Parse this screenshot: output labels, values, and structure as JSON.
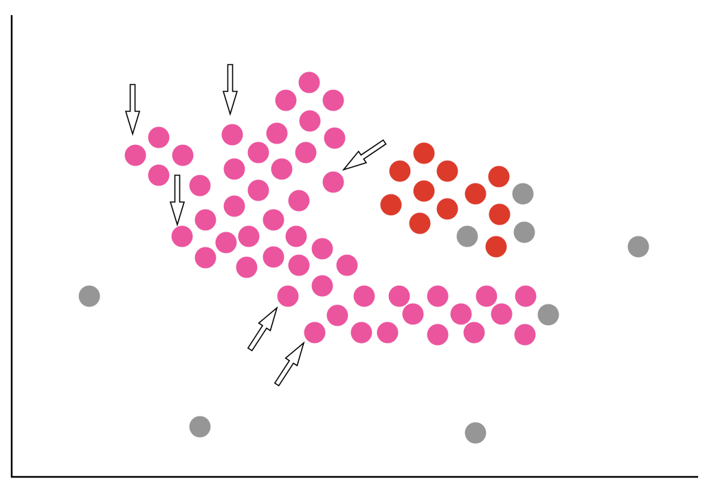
{
  "chart_data": {
    "type": "scatter",
    "title": "",
    "xlabel": "",
    "ylabel": "",
    "grid": false,
    "axis_ticks": false,
    "colors": {
      "pink": "#eb559e",
      "red": "#dc3b2c",
      "gray": "#969696",
      "axis": "#000000",
      "arrow_fill": "#ffffff",
      "arrow_stroke": "#000000"
    },
    "series": [
      {
        "color_key": "pink",
        "points": [
          [
            450,
            120
          ],
          [
            416,
            146
          ],
          [
            485,
            146
          ],
          [
            451,
            176
          ],
          [
            231,
            200
          ],
          [
            338,
            196
          ],
          [
            403,
            194
          ],
          [
            487,
            201
          ],
          [
            197,
            226
          ],
          [
            266,
            226
          ],
          [
            376,
            222
          ],
          [
            445,
            222
          ],
          [
            231,
            255
          ],
          [
            341,
            246
          ],
          [
            410,
            246
          ],
          [
            485,
            265
          ],
          [
            291,
            270
          ],
          [
            376,
            277
          ],
          [
            341,
            300
          ],
          [
            435,
            292
          ],
          [
            299,
            320
          ],
          [
            398,
            320
          ],
          [
            265,
            344
          ],
          [
            329,
            353
          ],
          [
            362,
            344
          ],
          [
            431,
            344
          ],
          [
            469,
            362
          ],
          [
            299,
            375
          ],
          [
            359,
            389
          ],
          [
            398,
            374
          ],
          [
            435,
            386
          ],
          [
            505,
            386
          ],
          [
            469,
            416
          ],
          [
            419,
            431
          ],
          [
            530,
            431
          ],
          [
            581,
            431
          ],
          [
            637,
            431
          ],
          [
            708,
            431
          ],
          [
            765,
            431
          ],
          [
            491,
            459
          ],
          [
            601,
            457
          ],
          [
            671,
            457
          ],
          [
            730,
            457
          ],
          [
            458,
            484
          ],
          [
            526,
            484
          ],
          [
            564,
            484
          ],
          [
            637,
            487
          ],
          [
            690,
            484
          ],
          [
            764,
            487
          ]
        ]
      },
      {
        "color_key": "red",
        "points": [
          [
            617,
            223
          ],
          [
            582,
            249
          ],
          [
            651,
            249
          ],
          [
            726,
            257
          ],
          [
            617,
            278
          ],
          [
            692,
            282
          ],
          [
            569,
            298
          ],
          [
            651,
            304
          ],
          [
            727,
            312
          ],
          [
            611,
            325
          ],
          [
            722,
            359
          ]
        ]
      },
      {
        "color_key": "gray",
        "points": [
          [
            761,
            282
          ],
          [
            763,
            338
          ],
          [
            680,
            344
          ],
          [
            929,
            359
          ],
          [
            130,
            431
          ],
          [
            798,
            458
          ],
          [
            291,
            621
          ],
          [
            692,
            630
          ]
        ]
      }
    ],
    "arrows": [
      {
        "direction": "down",
        "tip": [
          193,
          195
        ]
      },
      {
        "direction": "down",
        "tip": [
          335,
          166
        ]
      },
      {
        "direction": "down",
        "tip": [
          258,
          327
        ]
      },
      {
        "direction": "down-left",
        "tip": [
          500,
          247
        ]
      },
      {
        "direction": "up-right",
        "tip": [
          403,
          448
        ]
      },
      {
        "direction": "up-right",
        "tip": [
          442,
          499
        ]
      }
    ]
  }
}
